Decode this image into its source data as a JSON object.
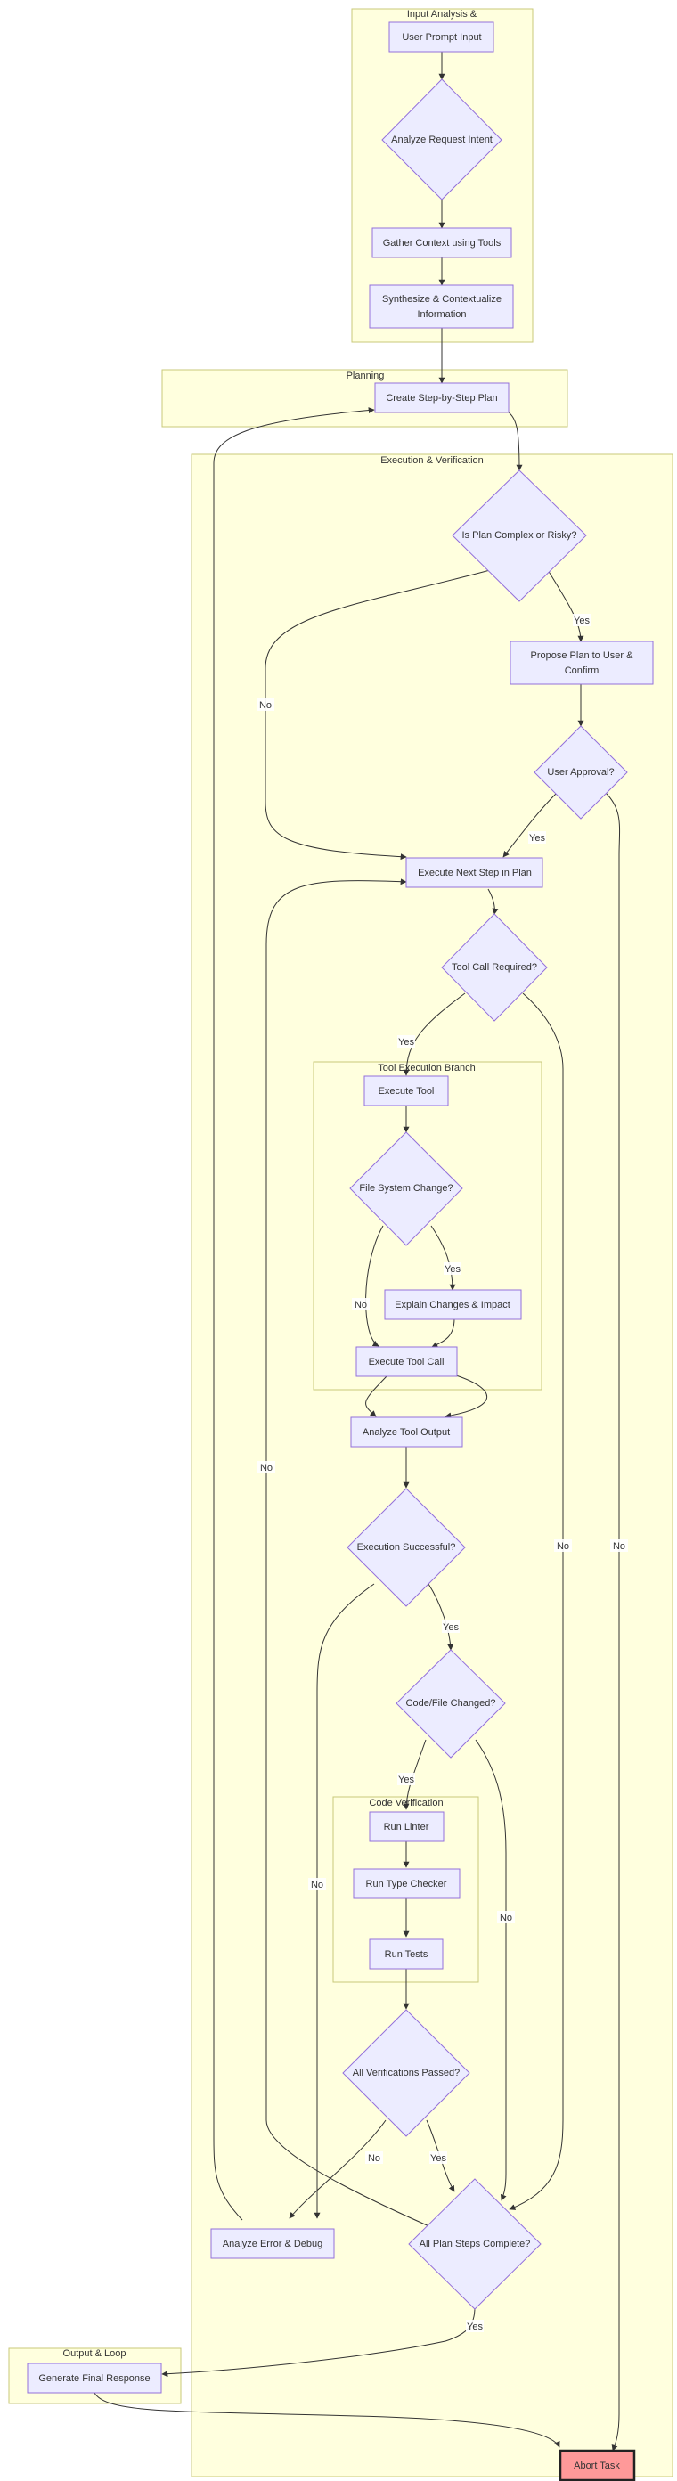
{
  "colors": {
    "cluster_fill": "#ffffde",
    "cluster_stroke": "#c8c87a",
    "node_fill": "#ececff",
    "node_stroke": "#9370db",
    "abort_fill": "#ff9999"
  },
  "clusters": {
    "input": "Input Analysis &",
    "planning": "Planning",
    "execution": "Execution & Verification",
    "tool_branch": "Tool Execution Branch",
    "code_verification": "Code Verification",
    "output": "Output & Loop"
  },
  "nodes": {
    "user_prompt": "User Prompt Input",
    "analyze_intent": "Analyze Request Intent",
    "gather_context": "Gather Context using Tools",
    "synthesize_1": "Synthesize & Contextualize",
    "synthesize_2": "Information",
    "create_plan": "Create Step-by-Step Plan",
    "plan_complex": "Is Plan Complex or Risky?",
    "propose_1": "Propose Plan to User &",
    "propose_2": "Confirm",
    "user_approval": "User Approval?",
    "execute_next": "Execute Next Step in Plan",
    "tool_required": "Tool Call Required?",
    "execute_tool": "Execute Tool",
    "fs_change": "File System Change?",
    "explain_changes": "Explain Changes & Impact",
    "execute_tool_call": "Execute Tool Call",
    "analyze_output": "Analyze Tool Output",
    "exec_success": "Execution Successful?",
    "code_changed": "Code/File Changed?",
    "run_linter": "Run Linter",
    "run_type_checker": "Run Type Checker",
    "run_tests": "Run Tests",
    "all_verif": "All Verifications Passed?",
    "analyze_error": "Analyze Error & Debug",
    "all_steps": "All Plan Steps Complete?",
    "final_response": "Generate Final Response",
    "abort": "Abort Task"
  },
  "edge_labels": {
    "yes": "Yes",
    "no": "No"
  }
}
